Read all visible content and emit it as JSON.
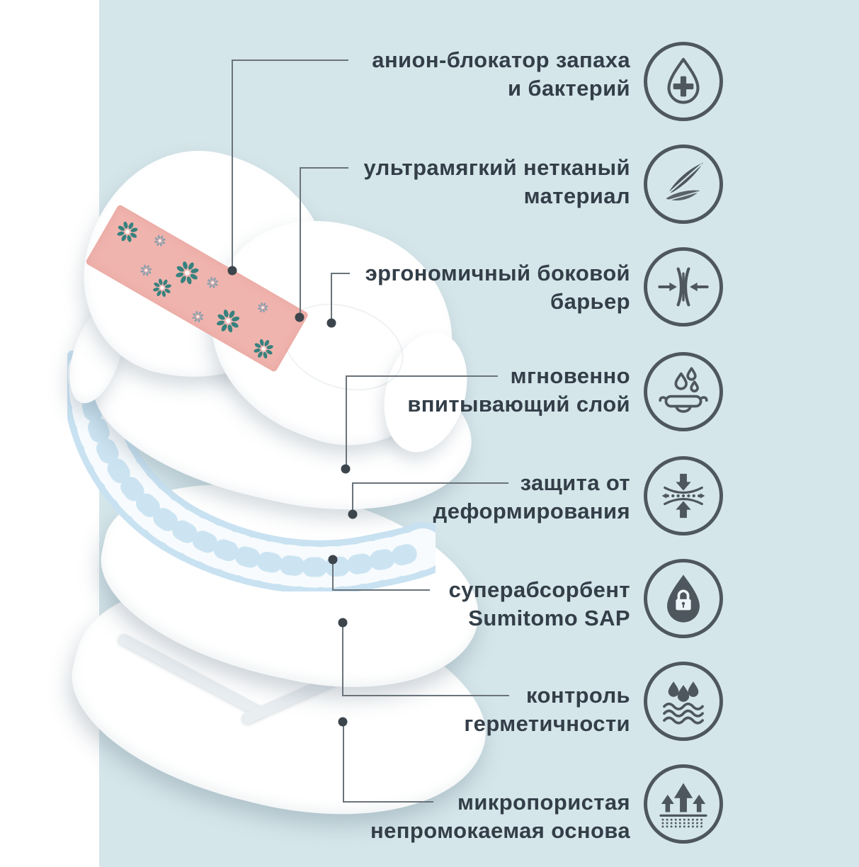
{
  "page": {
    "type": "product-layers-infographic",
    "language": "ru"
  },
  "colors": {
    "panel_background": "#d5e6ea",
    "left_margin": "#ffffff",
    "label_text": "#333e48",
    "connector_line": "#6a737a",
    "connector_dot": "#3d454c",
    "icon_stroke": "#4e575e",
    "pad_strip_pink": "#f0b4ae",
    "flower_teal": "#37817e",
    "flower_gray": "#8fa0ad",
    "sap_layer_blue": "#c9e2f2"
  },
  "features": [
    {
      "line1": "анион-блокатор запаха",
      "line2": "и бактерий",
      "icon": "drop-cross-icon"
    },
    {
      "line1": "ультрамягкий нетканый",
      "line2": "материал",
      "icon": "feather-icon"
    },
    {
      "line1": "эргономичный боковой",
      "line2": "барьер",
      "icon": "side-compression-icon"
    },
    {
      "line1": "мгновенно",
      "line2": "впитывающий слой",
      "icon": "absorbing-layer-icon"
    },
    {
      "line1": "защита от",
      "line2": "деформирования",
      "icon": "anti-deformation-icon"
    },
    {
      "line1": "суперабсорбент",
      "line2": "Sumitomo SAP",
      "icon": "locked-drop-icon"
    },
    {
      "line1": "контроль",
      "line2": "герметичности",
      "icon": "leak-control-icon"
    },
    {
      "line1": "микропористая",
      "line2": "непромокаемая основа",
      "icon": "breathable-base-icon"
    }
  ]
}
